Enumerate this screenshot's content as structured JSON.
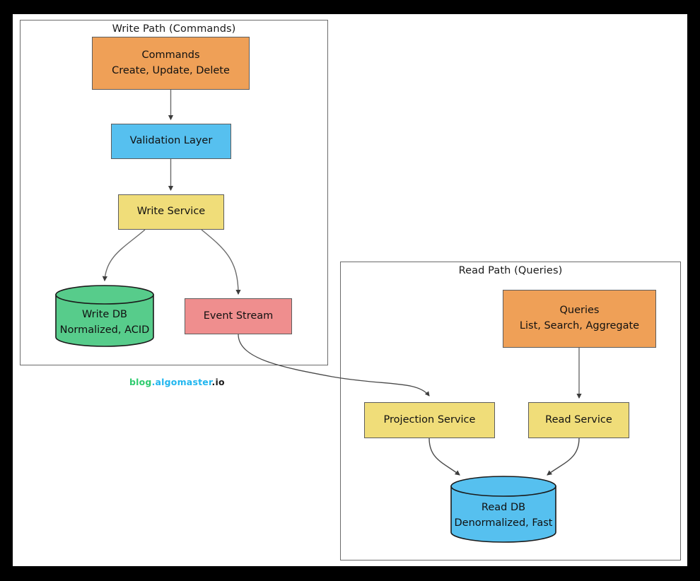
{
  "canvas": {
    "background": "#000000",
    "paper": "#ffffff"
  },
  "groups": [
    {
      "id": "write-path",
      "title": "Write Path (Commands)"
    },
    {
      "id": "read-path",
      "title": "Read Path (Queries)"
    }
  ],
  "nodes": {
    "commands": {
      "line1": "Commands",
      "line2": "Create, Update, Delete",
      "fill": "#efa057",
      "stroke": "#5d5d5d",
      "shape": "rect"
    },
    "validation_layer": {
      "line1": "Validation Layer",
      "line2": "",
      "fill": "#56c0ef",
      "stroke": "#5d5d5d",
      "shape": "rect"
    },
    "write_service": {
      "line1": "Write Service",
      "line2": "",
      "fill": "#f0dd79",
      "stroke": "#5d5d5d",
      "shape": "rect"
    },
    "write_db": {
      "line1": "Write DB",
      "line2": "Normalized, ACID",
      "fill": "#57cc8b",
      "stroke": "#1a1a1a",
      "shape": "cylinder"
    },
    "event_stream": {
      "line1": "Event Stream",
      "line2": "",
      "fill": "#ef8e8e",
      "stroke": "#5d5d5d",
      "shape": "rect"
    },
    "queries": {
      "line1": "Queries",
      "line2": "List, Search, Aggregate",
      "fill": "#efa057",
      "stroke": "#5d5d5d",
      "shape": "rect"
    },
    "projection_service": {
      "line1": "Projection Service",
      "line2": "",
      "fill": "#f0dd79",
      "stroke": "#5d5d5d",
      "shape": "rect"
    },
    "read_service": {
      "line1": "Read Service",
      "line2": "",
      "fill": "#f0dd79",
      "stroke": "#5d5d5d",
      "shape": "rect"
    },
    "read_db": {
      "line1": "Read DB",
      "line2": "Denormalized, Fast",
      "fill": "#56c0ef",
      "stroke": "#1a1a1a",
      "shape": "cylinder"
    }
  },
  "edges": [
    {
      "id": "commands-to-validation",
      "from": "commands",
      "to": "validation_layer",
      "style": "straight-arrow"
    },
    {
      "id": "validation-to-write-service",
      "from": "validation_layer",
      "to": "write_service",
      "style": "straight-arrow"
    },
    {
      "id": "write-service-to-write-db",
      "from": "write_service",
      "to": "write_db",
      "style": "curved-arrow"
    },
    {
      "id": "write-service-to-event-stream",
      "from": "write_service",
      "to": "event_stream",
      "style": "curved-arrow"
    },
    {
      "id": "event-stream-to-projection-service",
      "from": "event_stream",
      "to": "projection_service",
      "style": "curved-arrow"
    },
    {
      "id": "queries-to-read-service",
      "from": "queries",
      "to": "read_service",
      "style": "straight-arrow"
    },
    {
      "id": "projection-service-to-read-db",
      "from": "projection_service",
      "to": "read_db",
      "style": "curved-arrow"
    },
    {
      "id": "read-service-to-read-db",
      "from": "read_service",
      "to": "read_db",
      "style": "curved-arrow"
    }
  ],
  "watermark": {
    "part1": "blog",
    "dot1": ".",
    "part2": "algomaster",
    "part3": ".io",
    "color1": "#2ecb6e",
    "color2": "#21b6ef",
    "color3": "#1a1a1a"
  }
}
